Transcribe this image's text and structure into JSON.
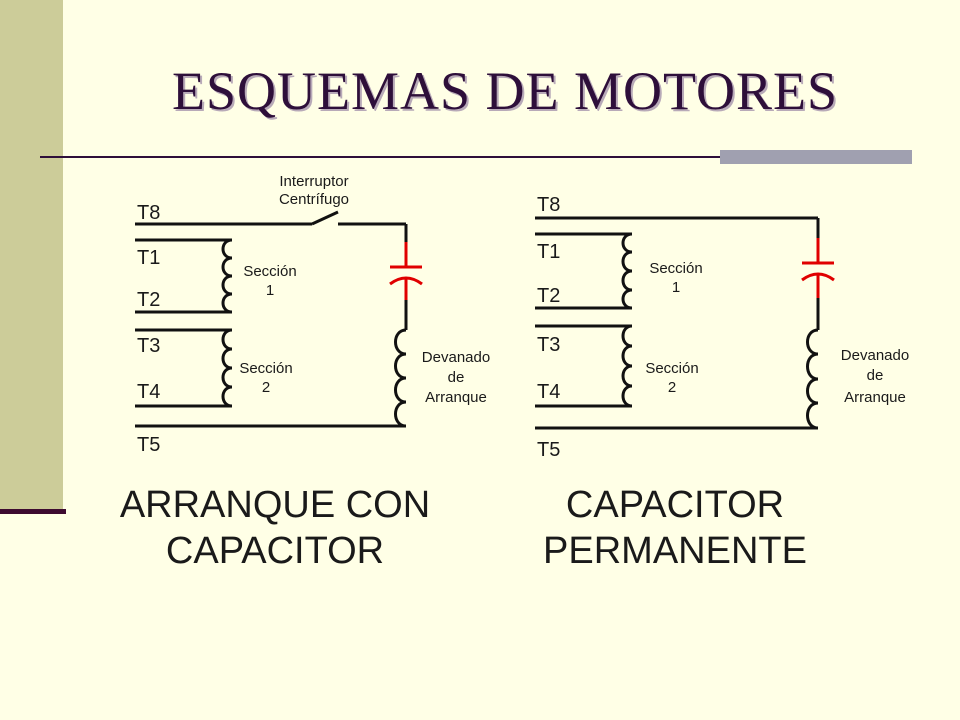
{
  "slide": {
    "title": "ESQUEMAS DE MOTORES"
  },
  "left_diagram": {
    "terminals": [
      "T8",
      "T1",
      "T2",
      "T3",
      "T4",
      "T5"
    ],
    "switch_label_line1": "Interruptor",
    "switch_label_line2": "Centrífugo",
    "section1_line1": "Sección",
    "section1_line2": "1",
    "section2_line1": "Sección",
    "section2_line2": "2",
    "winding_line1": "Devanado",
    "winding_line2": "de",
    "winding_line3": "Arranque",
    "caption_line1": "ARRANQUE CON",
    "caption_line2": "CAPACITOR"
  },
  "right_diagram": {
    "terminals": [
      "T8",
      "T1",
      "T2",
      "T3",
      "T4",
      "T5"
    ],
    "section1_line1": "Sección",
    "section1_line2": "1",
    "section2_line1": "Sección",
    "section2_line2": "2",
    "winding_line1": "Devanado",
    "winding_line2": "de",
    "winding_line3": "Arranque",
    "caption_line1": "CAPACITOR",
    "caption_line2": "PERMANENTE"
  },
  "colors": {
    "background": "#ffffe6",
    "side_band": "#cccc99",
    "title": "#2e0f3a",
    "capacitor": "#e00000",
    "wire": "#111111"
  }
}
